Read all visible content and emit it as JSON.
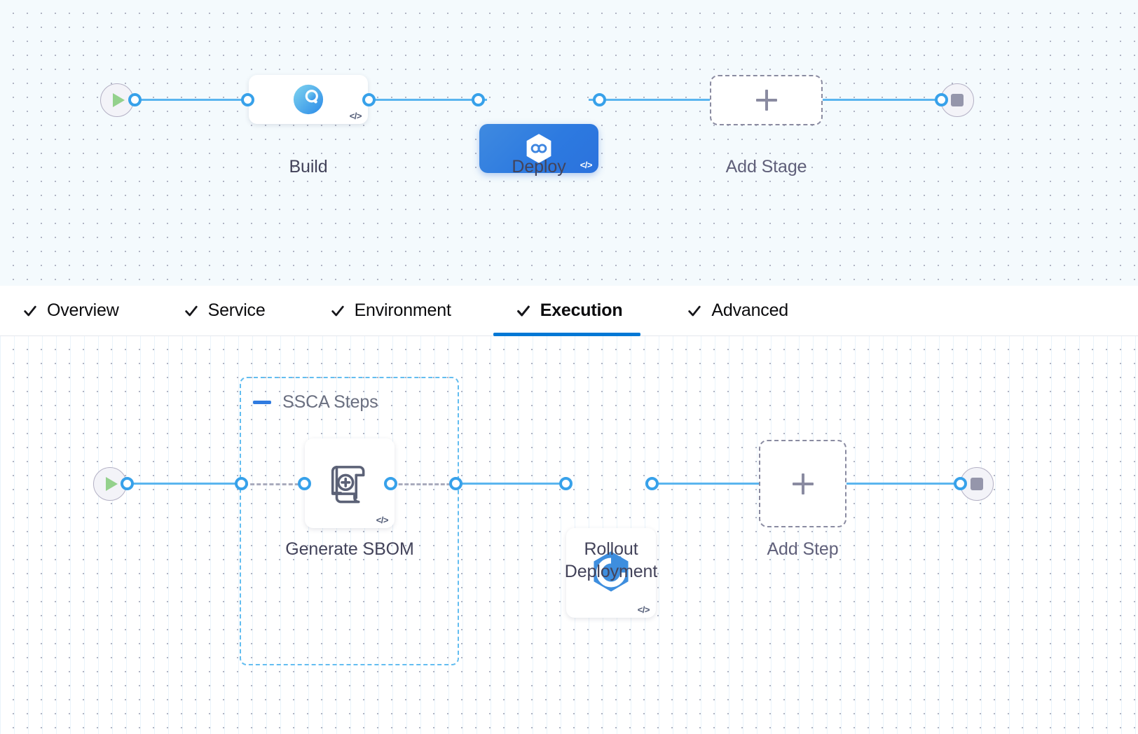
{
  "colors": {
    "accent_blue": "#0278d5",
    "link_blue": "#5ab5ef",
    "port_blue": "#37a1ea",
    "selected_stage": "#2d7ae0",
    "group_border": "#63bdf0",
    "dashed_gray": "#8a8ba1",
    "canvas_top_bg": "#f4fafd",
    "canvas_bottom_bg": "#ffffff",
    "play_green": "#94d18c",
    "stop_gray": "#9596ab"
  },
  "stage_canvas": {
    "start_node": {
      "name": "pipeline-start",
      "icon": "play-icon"
    },
    "end_node": {
      "name": "pipeline-end",
      "icon": "stop-icon"
    },
    "stages": [
      {
        "label": "Build",
        "icon": "build-circle-icon",
        "selected": false,
        "code_badge": "</>"
      },
      {
        "label": "Deploy",
        "icon": "harness-hexagon-icon",
        "selected": true,
        "code_badge": "</>"
      }
    ],
    "add_stage": {
      "label": "Add Stage",
      "icon": "plus-icon"
    }
  },
  "tabs": {
    "items": [
      {
        "label": "Overview",
        "check": "check-icon",
        "active": false
      },
      {
        "label": "Service",
        "check": "check-icon",
        "active": false
      },
      {
        "label": "Environment",
        "check": "check-icon",
        "active": false
      },
      {
        "label": "Execution",
        "check": "check-icon",
        "active": true
      },
      {
        "label": "Advanced",
        "check": "check-icon",
        "active": false
      }
    ]
  },
  "step_canvas": {
    "start_node": {
      "name": "execution-start",
      "icon": "play-icon"
    },
    "end_node": {
      "name": "execution-end",
      "icon": "stop-icon"
    },
    "group": {
      "title": "SSCA Steps",
      "collapse_icon": "minus-icon"
    },
    "steps": [
      {
        "label": "Generate SBOM",
        "icon": "sbom-scroll-icon",
        "code_badge": "</>"
      },
      {
        "label": "Rollout\nDeployment",
        "icon": "rollout-hexagon-icon",
        "code_badge": "</>"
      }
    ],
    "add_step": {
      "label": "Add Step",
      "icon": "plus-icon"
    }
  }
}
